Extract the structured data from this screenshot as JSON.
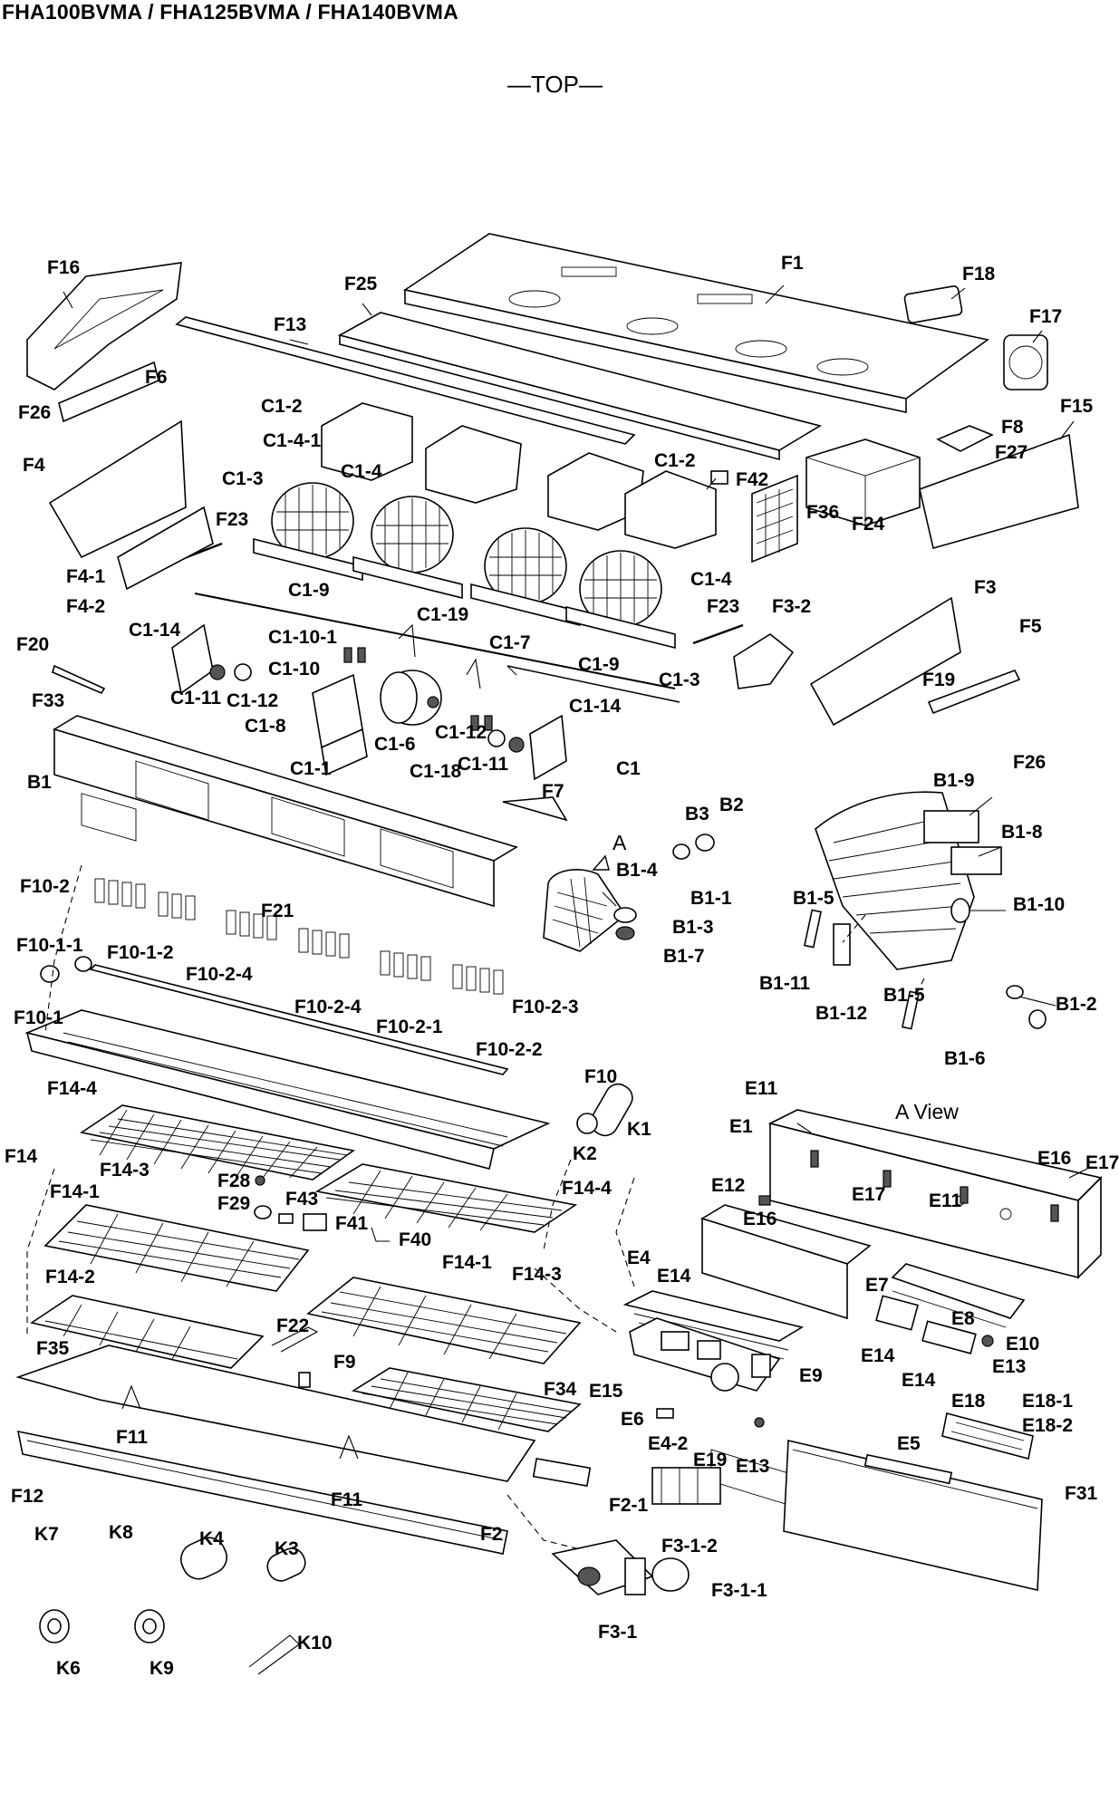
{
  "title": "FHA100BVMA / FHA125BVMA / FHA140BVMA",
  "view_label": "—TOP—",
  "a_view_label": "A View",
  "a_arrow_label": "A",
  "parts": {
    "F1": "F1",
    "F13": "F13",
    "F16": "F16",
    "F18": "F18",
    "F17": "F17",
    "F25": "F25",
    "F15": "F15",
    "F6": "F6",
    "F26a": "F26",
    "F4": "F4",
    "C1_2a": "C1-2",
    "C1_4_1": "C1-4-1",
    "C1_4a": "C1-4",
    "C1_3a": "C1-3",
    "C1_2b": "C1-2",
    "F42": "F42",
    "F8": "F8",
    "F27": "F27",
    "F36": "F36",
    "F24": "F24",
    "F23a": "F23",
    "F4_1": "F4-1",
    "F4_2": "F4-2",
    "C1_9a": "C1-9",
    "C1_4b": "C1-4",
    "F20": "F20",
    "C1_14a": "C1-14",
    "C1_10_1": "C1-10-1",
    "C1_19": "C1-19",
    "F23b": "F23",
    "F3_2": "F3-2",
    "F3": "F3",
    "F5": "F5",
    "C1_7": "C1-7",
    "C1_10": "C1-10",
    "C1_9b": "C1-9",
    "C1_3b": "C1-3",
    "F19": "F19",
    "F33": "F33",
    "C1_11a": "C1-11",
    "C1_12a": "C1-12",
    "C1_14b": "C1-14",
    "C1_8": "C1-8",
    "C1_6": "C1-6",
    "C1_12b": "C1-12",
    "C1": "C1",
    "F26b": "F26",
    "C1_11b": "C1-11",
    "C1_1": "C1-1",
    "C1_18": "C1-18",
    "B1": "B1",
    "F7": "F7",
    "B3": "B3",
    "B2": "B2",
    "B1_9": "B1-9",
    "B1_8": "B1-8",
    "B1_4": "B1-4",
    "F10_2": "F10-2",
    "F21": "F21",
    "B1_1": "B1-1",
    "B1_5a": "B1-5",
    "B1_10": "B1-10",
    "B1_3": "B1-3",
    "F10_1_1": "F10-1-1",
    "F10_1_2": "F10-1-2",
    "B1_7": "B1-7",
    "F10_2_4a": "F10-2-4",
    "B1_11": "B1-11",
    "B1_12": "B1-12",
    "B1_2": "B1-2",
    "B1_5b": "B1-5",
    "F10_2_4b": "F10-2-4",
    "F10_2_3": "F10-2-3",
    "F10_1": "F10-1",
    "F10_2_1": "F10-2-1",
    "F10_2_2": "F10-2-2",
    "B1_6": "B1-6",
    "F10": "F10",
    "F14_4a": "F14-4",
    "E11a": "E11",
    "K1": "K1",
    "E1": "E1",
    "F14": "F14",
    "K2": "K2",
    "E16a": "E16",
    "E17a": "E17",
    "F14_3a": "F14-3",
    "F28": "F28",
    "F14_4b": "F14-4",
    "E12": "E12",
    "E17b": "E17",
    "E11b": "E11",
    "F14_1a": "F14-1",
    "F29": "F29",
    "F43": "F43",
    "E16b": "E16",
    "F41": "F41",
    "F40": "F40",
    "E4": "E4",
    "F14_1b": "F14-1",
    "F14_3b": "F14-3",
    "F14_2": "F14-2",
    "E14a": "E14",
    "E7": "E7",
    "E8": "E8",
    "F35": "F35",
    "F22": "F22",
    "E10": "E10",
    "E14b": "E14",
    "F9": "F9",
    "E9": "E9",
    "E13a": "E13",
    "E14c": "E14",
    "F34": "F34",
    "E15": "E15",
    "E18": "E18",
    "E18_1": "E18-1",
    "E18_2": "E18-2",
    "F11a": "F11",
    "E6": "E6",
    "E4_2": "E4-2",
    "E13b": "E13",
    "E5": "E5",
    "F12": "F12",
    "F11b": "F11",
    "E19": "E19",
    "F2": "F2",
    "F2_1": "F2-1",
    "F31": "F31",
    "K7": "K7",
    "K8": "K8",
    "K4": "K4",
    "K3": "K3",
    "F3_1_2": "F3-1-2",
    "F3_1_1": "F3-1-1",
    "K10": "K10",
    "K6": "K6",
    "K9": "K9",
    "F3_1": "F3-1"
  }
}
